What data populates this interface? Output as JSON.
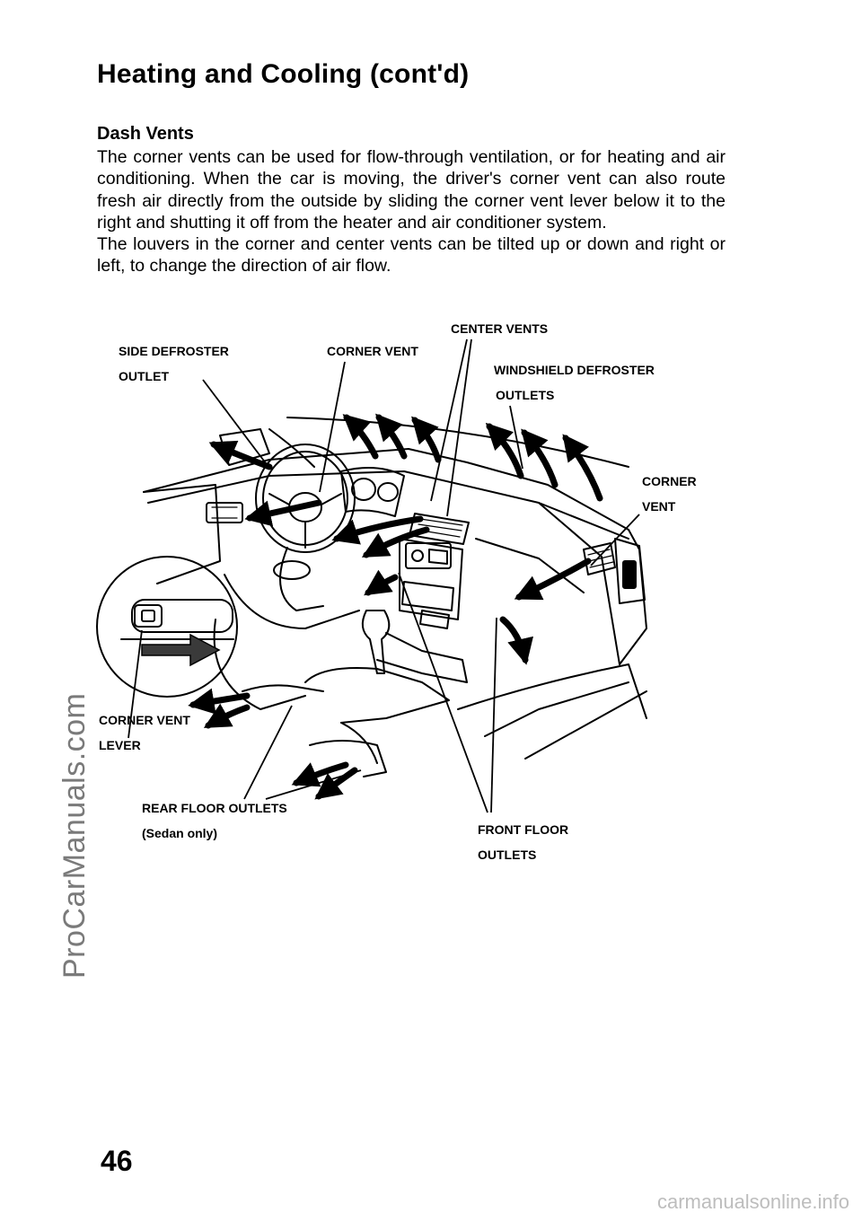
{
  "page": {
    "title": "Heating and Cooling (cont'd)",
    "section_heading": "Dash Vents",
    "paragraphs": [
      "The corner vents can be used for flow-through ventilation, or for heating and air conditioning. When the car is moving, the driver's corner vent can also route fresh air directly from the outside by sliding the corner vent lever below it to the right and shutting it off from the heater and air conditioner system.",
      "The louvers in the corner and center vents can be tilted up or down and right or left, to change the direction of air flow."
    ],
    "page_number": "46"
  },
  "figure": {
    "labels": {
      "center_vents": "CENTER VENTS",
      "side_defroster": [
        "SIDE DEFROSTER",
        "OUTLET"
      ],
      "corner_vent_left": "CORNER VENT",
      "windshield_defroster": [
        "WINDSHIELD DEFROSTER",
        "OUTLETS"
      ],
      "corner_vent_right": [
        "CORNER",
        "VENT"
      ],
      "corner_vent_lever": [
        "CORNER VENT",
        "LEVER"
      ],
      "rear_floor": [
        "REAR FLOOR OUTLETS",
        "(Sedan only)"
      ],
      "front_floor": [
        "FRONT FLOOR",
        "OUTLETS"
      ]
    }
  },
  "watermarks": {
    "side": "ProCarManuals.com",
    "footer": "carmanualsonline.info"
  }
}
